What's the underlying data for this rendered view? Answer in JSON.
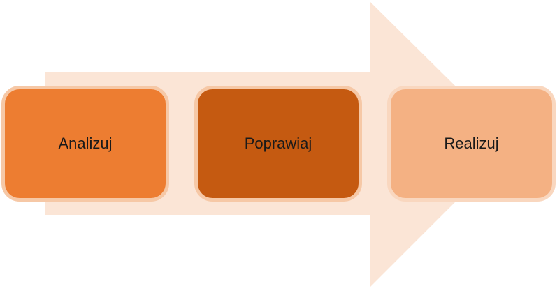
{
  "colors": {
    "arrow": "#fbe5d6",
    "step_1": "#ed7d31",
    "step_2": "#c55a11",
    "step_3": "#f4b183",
    "step_border": "#f6c8a6"
  },
  "steps": [
    {
      "label": "Analizuj"
    },
    {
      "label": "Poprawiaj"
    },
    {
      "label": "Realizuj"
    }
  ]
}
